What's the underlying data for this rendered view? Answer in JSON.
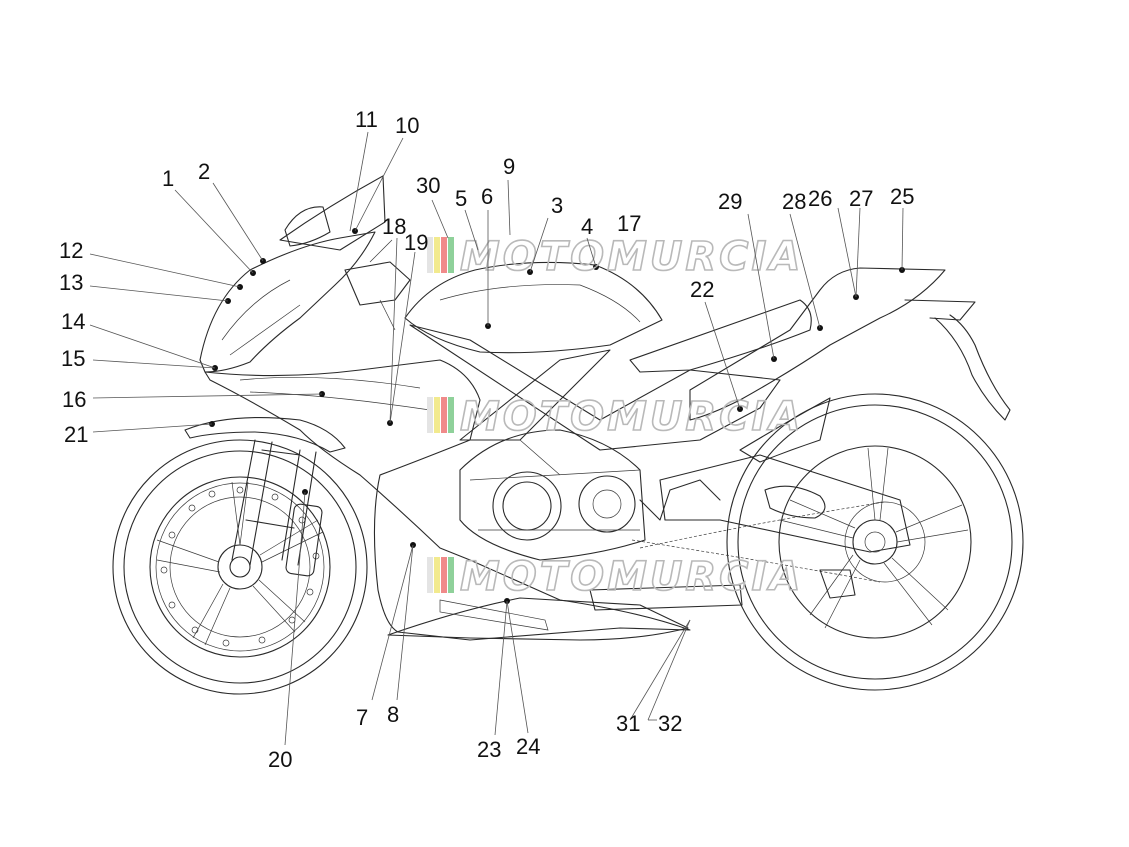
{
  "watermark": {
    "text": "MOTOMURCIA",
    "stripe_colors": [
      "#e4e4e4",
      "#f2ea8e",
      "#f08a8a",
      "#8fd19a"
    ]
  },
  "callouts": [
    {
      "id": "1",
      "text": "1"
    },
    {
      "id": "2",
      "text": "2"
    },
    {
      "id": "3",
      "text": "3"
    },
    {
      "id": "4",
      "text": "4"
    },
    {
      "id": "5",
      "text": "5"
    },
    {
      "id": "6",
      "text": "6"
    },
    {
      "id": "7",
      "text": "7"
    },
    {
      "id": "8",
      "text": "8"
    },
    {
      "id": "9",
      "text": "9"
    },
    {
      "id": "10",
      "text": "10"
    },
    {
      "id": "11",
      "text": "11"
    },
    {
      "id": "12",
      "text": "12"
    },
    {
      "id": "13",
      "text": "13"
    },
    {
      "id": "14",
      "text": "14"
    },
    {
      "id": "15",
      "text": "15"
    },
    {
      "id": "16",
      "text": "16"
    },
    {
      "id": "17",
      "text": "17"
    },
    {
      "id": "18",
      "text": "18"
    },
    {
      "id": "19",
      "text": "19"
    },
    {
      "id": "20",
      "text": "20"
    },
    {
      "id": "21",
      "text": "21"
    },
    {
      "id": "22",
      "text": "22"
    },
    {
      "id": "23",
      "text": "23"
    },
    {
      "id": "24",
      "text": "24"
    },
    {
      "id": "25",
      "text": "25"
    },
    {
      "id": "26",
      "text": "26"
    },
    {
      "id": "27",
      "text": "27"
    },
    {
      "id": "28",
      "text": "28"
    },
    {
      "id": "29",
      "text": "29"
    },
    {
      "id": "30",
      "text": "30"
    },
    {
      "id": "31",
      "text": "31"
    },
    {
      "id": "32",
      "text": "32"
    }
  ]
}
